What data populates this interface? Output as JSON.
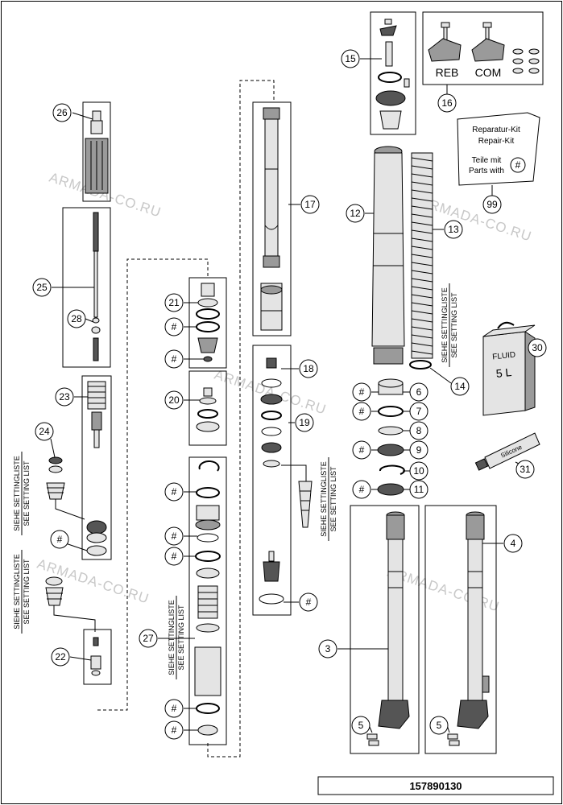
{
  "diagram_id": "157890130",
  "watermark": "ARMADA-CO.RU",
  "setting_list": {
    "de": "SIEHE SETTINGLISTE",
    "en": "SEE SETTING LIST"
  },
  "repair_kit": {
    "title_de": "Reparatur-Kit",
    "title_en": "Repair-Kit",
    "parts_de": "Teile mit",
    "parts_en": "Parts with",
    "symbol": "#"
  },
  "adjusters": {
    "reb": "REB",
    "com": "COM"
  },
  "fluid_can": {
    "brand": "FLUID",
    "volume": "5 L"
  },
  "grease_tube": {
    "label": "Silicone"
  },
  "hash": "#",
  "callouts": {
    "c3": "3",
    "c4": "4",
    "c5a": "5",
    "c5b": "5",
    "c6": "6",
    "c7": "7",
    "c8": "8",
    "c9": "9",
    "c10": "10",
    "c11": "11",
    "c12": "12",
    "c13": "13",
    "c14": "14",
    "c15": "15",
    "c16": "16",
    "c17": "17",
    "c18": "18",
    "c19": "19",
    "c20": "20",
    "c21": "21",
    "c22": "22",
    "c23": "23",
    "c24": "24",
    "c25": "25",
    "c26": "26",
    "c27": "27",
    "c28": "28",
    "c30": "30",
    "c31": "31",
    "c99": "99"
  }
}
